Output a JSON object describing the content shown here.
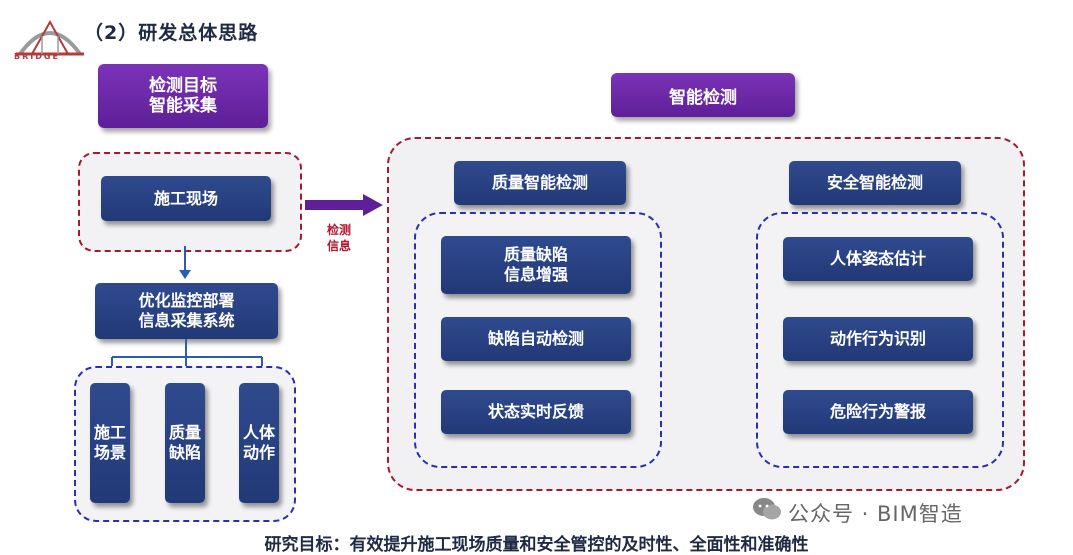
{
  "header": {
    "title": "（2）研发总体思路",
    "logo_text": "BRIDGE"
  },
  "left": {
    "goal_box": [
      "检测目标",
      "智能采集"
    ],
    "site_box": "施工现场",
    "system_box": [
      "优化监控部署",
      "信息采集系统"
    ],
    "collect_items": [
      [
        "施工",
        "场景"
      ],
      [
        "质量",
        "缺陷"
      ],
      [
        "人体",
        "动作"
      ]
    ]
  },
  "arrow_label": [
    "检测",
    "信息"
  ],
  "right": {
    "title": "智能检测",
    "quality": {
      "header": "质量智能检测",
      "items": [
        [
          "质量缺陷",
          "信息增强"
        ],
        [
          "缺陷自动检测"
        ],
        [
          "状态实时反馈"
        ]
      ]
    },
    "safety": {
      "header": "安全智能检测",
      "items": [
        [
          "人体姿态估计"
        ],
        [
          "动作行为识别"
        ],
        [
          "危险行为警报"
        ]
      ]
    }
  },
  "footer": {
    "goal": "研究目标：有效提升施工现场质量和安全管控的及时性、全面性和准确性"
  },
  "watermark": {
    "text": "公众号 · BIM智造"
  },
  "colors": {
    "purple": "#6a25a8",
    "blue": "#263f80",
    "red_dash": "#a3192e",
    "blue_dash": "#2a2fb0"
  }
}
